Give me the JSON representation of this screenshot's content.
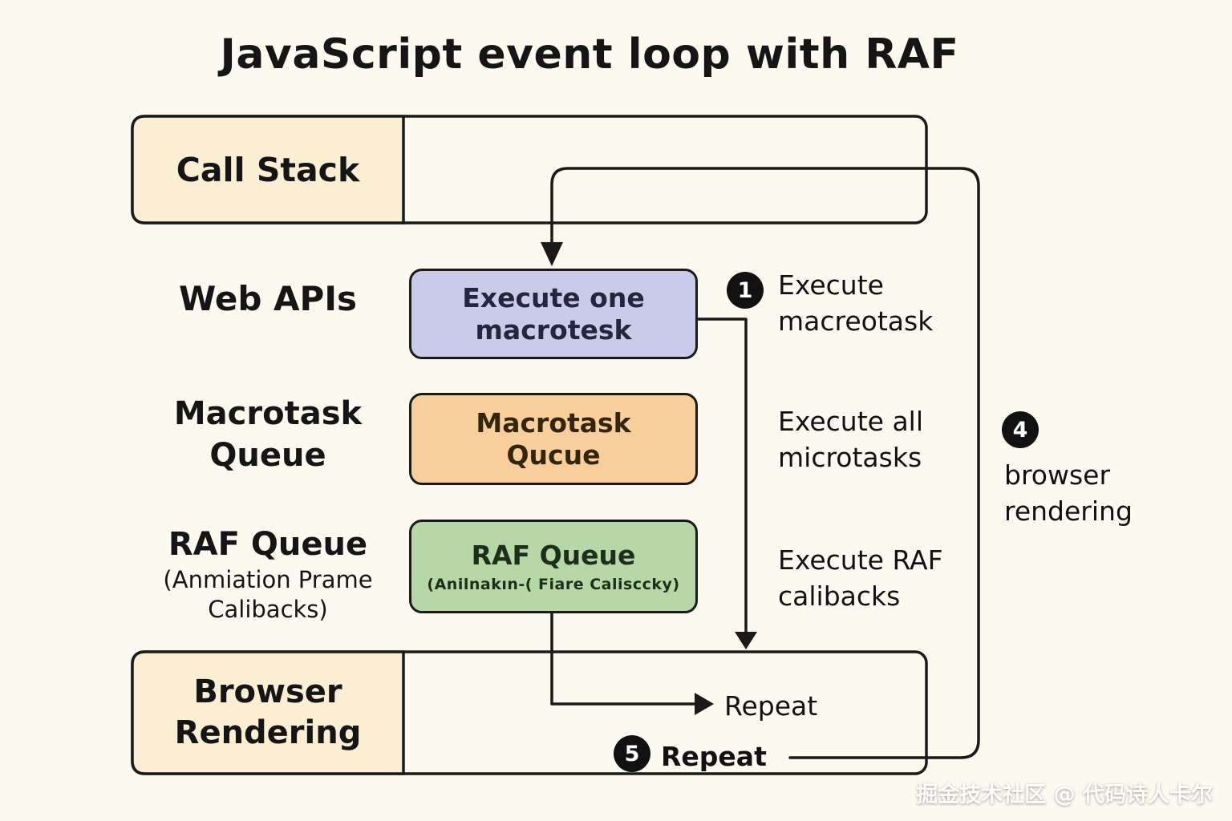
{
  "title": "JavaScript event loop with RAF",
  "colors": {
    "background": "#fcf9f1",
    "panel_cream": "#faeed3",
    "execute_box": "#c9cbe8",
    "macrotask_box": "#f8cf9b",
    "raf_box": "#b6d7a6",
    "stroke": "#1a1a1a",
    "step_circle": "#111111"
  },
  "left_column": {
    "call_stack": "Call Stack",
    "web_apis": "Web APIs",
    "macrotask_queue": [
      "Macrotask",
      "Queue"
    ],
    "raf_queue_title": "RAF Queue",
    "raf_queue_sub": [
      "(Anmiation Prame",
      "Calibacks)"
    ],
    "browser_rendering": [
      "Browser",
      "Rendering"
    ]
  },
  "center_column": {
    "execute_box": [
      "Execute one",
      "macrotesk"
    ],
    "macrotask_box": [
      "Macrotask",
      "Qucue"
    ],
    "raf_box_title": "RAF Queue",
    "raf_box_sub": "(Anilnakın-( Fiare Calisccky)"
  },
  "annotations": {
    "step1": {
      "num": "1",
      "lines": [
        "Execute",
        "macreotask"
      ]
    },
    "microtasks": {
      "lines": [
        "Execute all",
        "microtasks"
      ]
    },
    "raf_callbacks": {
      "lines": [
        "Execute RAF",
        "calibacks"
      ]
    },
    "step4": {
      "num": "4",
      "lines": [
        "browser",
        "rendering"
      ]
    },
    "repeat_arrow": "Repeat",
    "step5": {
      "num": "5",
      "label": "Repeat"
    }
  },
  "watermark": "掘金技术社区 @ 代码诗人卡尔"
}
